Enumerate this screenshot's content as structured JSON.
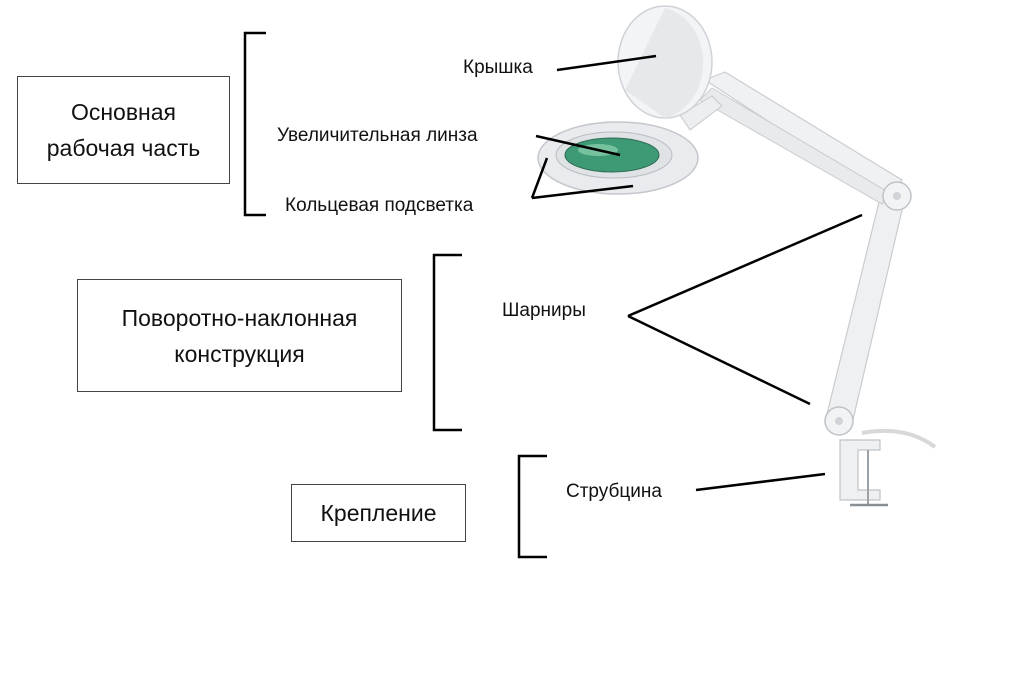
{
  "groups": {
    "work_part": "Основная\nрабочая часть",
    "swivel": "Поворотно-наклонная\nконструкция",
    "mount": "Крепление"
  },
  "parts": {
    "cover": "Крышка",
    "lens": "Увеличительная линза",
    "ring_light": "Кольцевая подсветка",
    "hinges": "Шарниры",
    "clamp": "Струбцина"
  },
  "colors": {
    "lamp_body": "#f2f3f5",
    "lens_tint": "#3e9a74",
    "lines": "#000000"
  }
}
